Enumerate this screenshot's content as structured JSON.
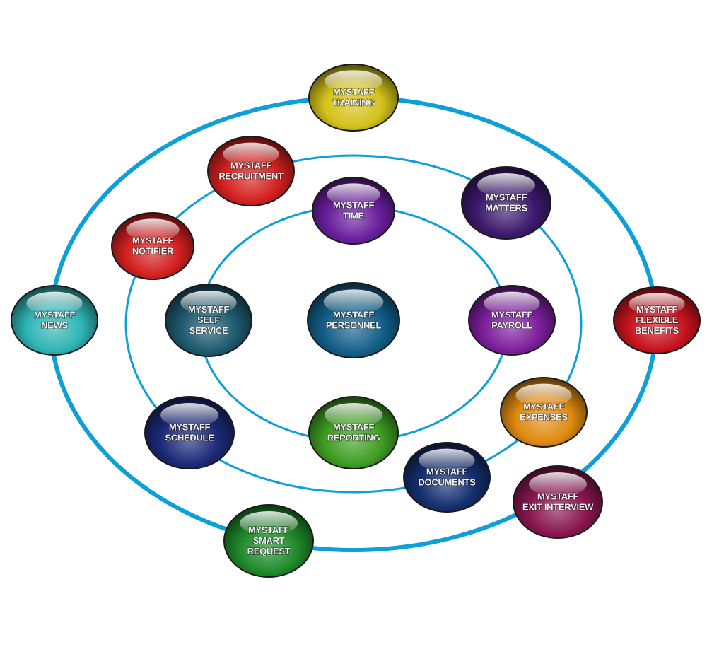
{
  "diagram": {
    "ring_color": "#0c9fd8",
    "nodes": [
      {
        "id": "training",
        "lines": [
          "MYSTAFF",
          "TRAINING"
        ],
        "color": "#d4c21a"
      },
      {
        "id": "recruitment",
        "lines": [
          "MYSTAFF",
          "RECRUITMENT"
        ],
        "color": "#d42020"
      },
      {
        "id": "time",
        "lines": [
          "MYSTAFF",
          "TIME"
        ],
        "color": "#6a1f9e"
      },
      {
        "id": "matters",
        "lines": [
          "MYSTAFF",
          "MATTERS"
        ],
        "color": "#3d1a6e"
      },
      {
        "id": "notifier",
        "lines": [
          "MYSTAFF",
          "NOTIFIER"
        ],
        "color": "#d42020"
      },
      {
        "id": "news",
        "lines": [
          "MYSTAFF",
          "NEWS"
        ],
        "color": "#2fb5b5"
      },
      {
        "id": "self-service",
        "lines": [
          "MYSTAFF",
          "SELF",
          "SERVICE"
        ],
        "color": "#1d5a6e"
      },
      {
        "id": "personnel",
        "lines": [
          "MYSTAFF",
          "PERSONNEL"
        ],
        "color": "#135f8a"
      },
      {
        "id": "payroll",
        "lines": [
          "MYSTAFF",
          "PAYROLL"
        ],
        "color": "#7d1f9e"
      },
      {
        "id": "flexible-benefits",
        "lines": [
          "MYSTAFF",
          "FLEXIBLE",
          "BENEFITS"
        ],
        "color": "#c8141e"
      },
      {
        "id": "expenses",
        "lines": [
          "MYSTAFF",
          "EXPENSES"
        ],
        "color": "#e08a10"
      },
      {
        "id": "schedule",
        "lines": [
          "MYSTAFF",
          "SCHEDULE"
        ],
        "color": "#1c2a78"
      },
      {
        "id": "reporting",
        "lines": [
          "MYSTAFF",
          "REPORTING"
        ],
        "color": "#3e9e22"
      },
      {
        "id": "documents",
        "lines": [
          "MYSTAFF",
          "DOCUMENTS"
        ],
        "color": "#142f6e"
      },
      {
        "id": "exit-interview",
        "lines": [
          "MYSTAFF",
          "EXIT INTERVIEW"
        ],
        "color": "#8a1750"
      },
      {
        "id": "smart-request",
        "lines": [
          "MYSTAFF",
          "SMART",
          "REQUEST"
        ],
        "color": "#1f8a2a"
      }
    ]
  }
}
